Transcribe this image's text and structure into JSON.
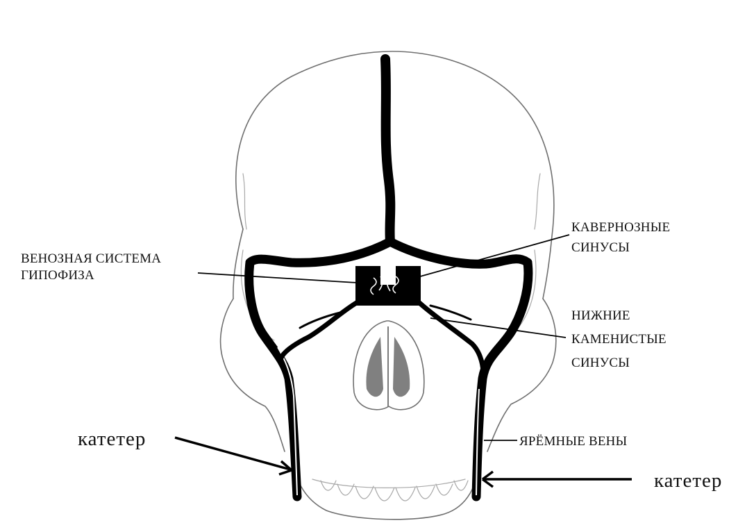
{
  "labels": {
    "pituitary_line1": "ВЕНОЗНАЯ СИСТЕМА",
    "pituitary_line2": "ГИПОФИЗА",
    "cavernous_line1": "КАВЕРНОЗНЫЕ",
    "cavernous_line2": "СИНУСЫ",
    "petrosal_line1": "НИЖНИЕ",
    "petrosal_line2": "КАМЕНИСТЫЕ",
    "petrosal_line3": "СИНУСЫ",
    "jugular": "ЯРЁМНЫЕ ВЕНЫ",
    "catheter_left": "катетер",
    "catheter_right": "катетер"
  },
  "colors": {
    "vein": "#000000",
    "skull_outline": "#6f6f6f",
    "background": "#ffffff"
  }
}
